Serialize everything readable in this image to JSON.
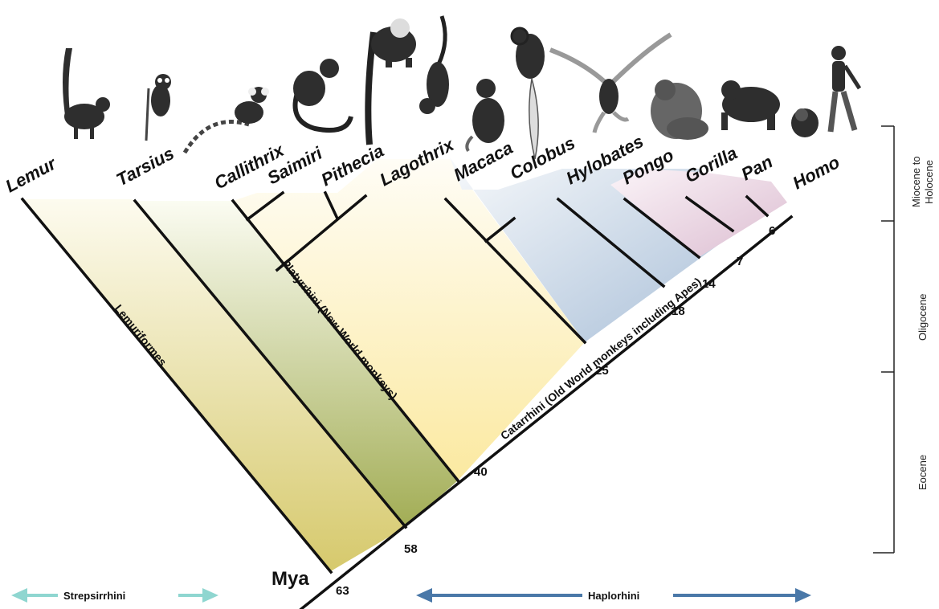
{
  "taxa": [
    "Lemur",
    "Tarsius",
    "Callithrix",
    "Saimiri",
    "Pithecia",
    "Lagothrix",
    "Macaca",
    "Colobus",
    "Hylobates",
    "Pongo",
    "Gorilla",
    "Pan",
    "Homo"
  ],
  "ages": [
    "63",
    "58",
    "40",
    "25",
    "18",
    "14",
    "7",
    "6"
  ],
  "clades": {
    "lemuriformes": "Lemuriformes",
    "platyrrhini": "Platyrrhini (New World monkeys)",
    "catarrhini": "Catarrhini (Old World monkeys including Apes)"
  },
  "epochs": [
    "Miocene to",
    "Holocene",
    "Oligocene",
    "Eocene"
  ],
  "mya": "Mya",
  "groups": {
    "strepsirrhini": "Strepsirrhini",
    "haplorhini": "Haplorhini"
  },
  "colors": {
    "strepsirrhini_arrow": "#8fd6d0",
    "haplorhini_arrow": "#4a78a8",
    "lemur_band": "#d9cd72",
    "tarsius_band": "#a9b25c",
    "platyrrhini_band": "#fbeaa0",
    "catarrhini_band": "#b9c9dd",
    "ape_band": "#e3c6d8"
  }
}
